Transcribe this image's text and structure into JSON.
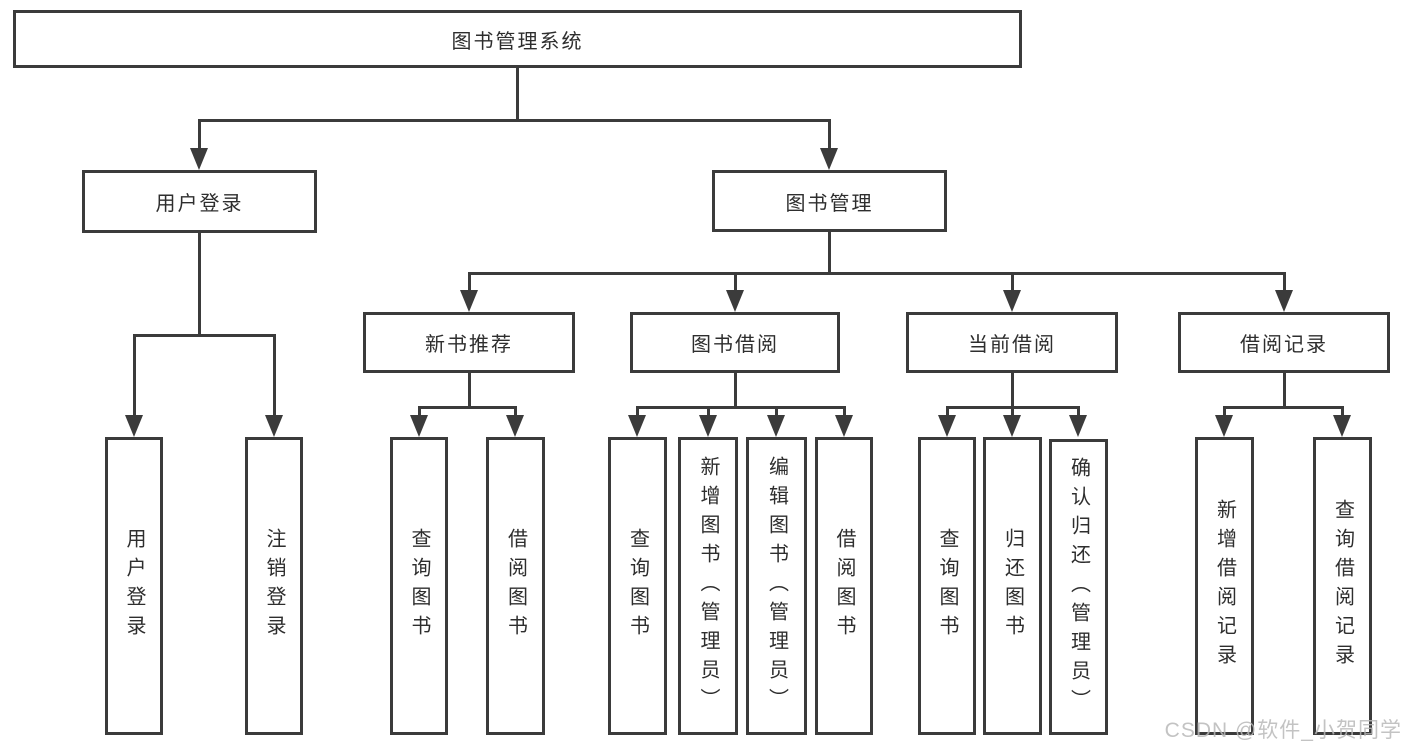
{
  "diagram": {
    "title": "图书管理系统",
    "level2": {
      "user_login": "用户登录",
      "book_mgmt": "图书管理"
    },
    "level3": {
      "new_book": "新书推荐",
      "book_borrow": "图书借阅",
      "current_borrow": "当前借阅",
      "borrow_records": "借阅记录"
    },
    "leaves": {
      "user_login": "用户登录",
      "logout": "注销登录",
      "nb_query": "查询图书",
      "nb_borrow": "借阅图书",
      "bb_query": "查询图书",
      "bb_add": "新增图书（管理员）",
      "bb_edit": "编辑图书（管理员）",
      "bb_borrow": "借阅图书",
      "cb_query": "查询图书",
      "cb_return": "归还图书",
      "cb_confirm": "确认归还（管理员）",
      "br_add": "新增借阅记录",
      "br_query": "查询借阅记录"
    },
    "watermark": "CSDN @软件_小贺同学",
    "colors": {
      "line": "#3b3b3b",
      "text": "#2e2e2e",
      "watermark": "#b9b9b9",
      "background": "#ffffff"
    }
  }
}
